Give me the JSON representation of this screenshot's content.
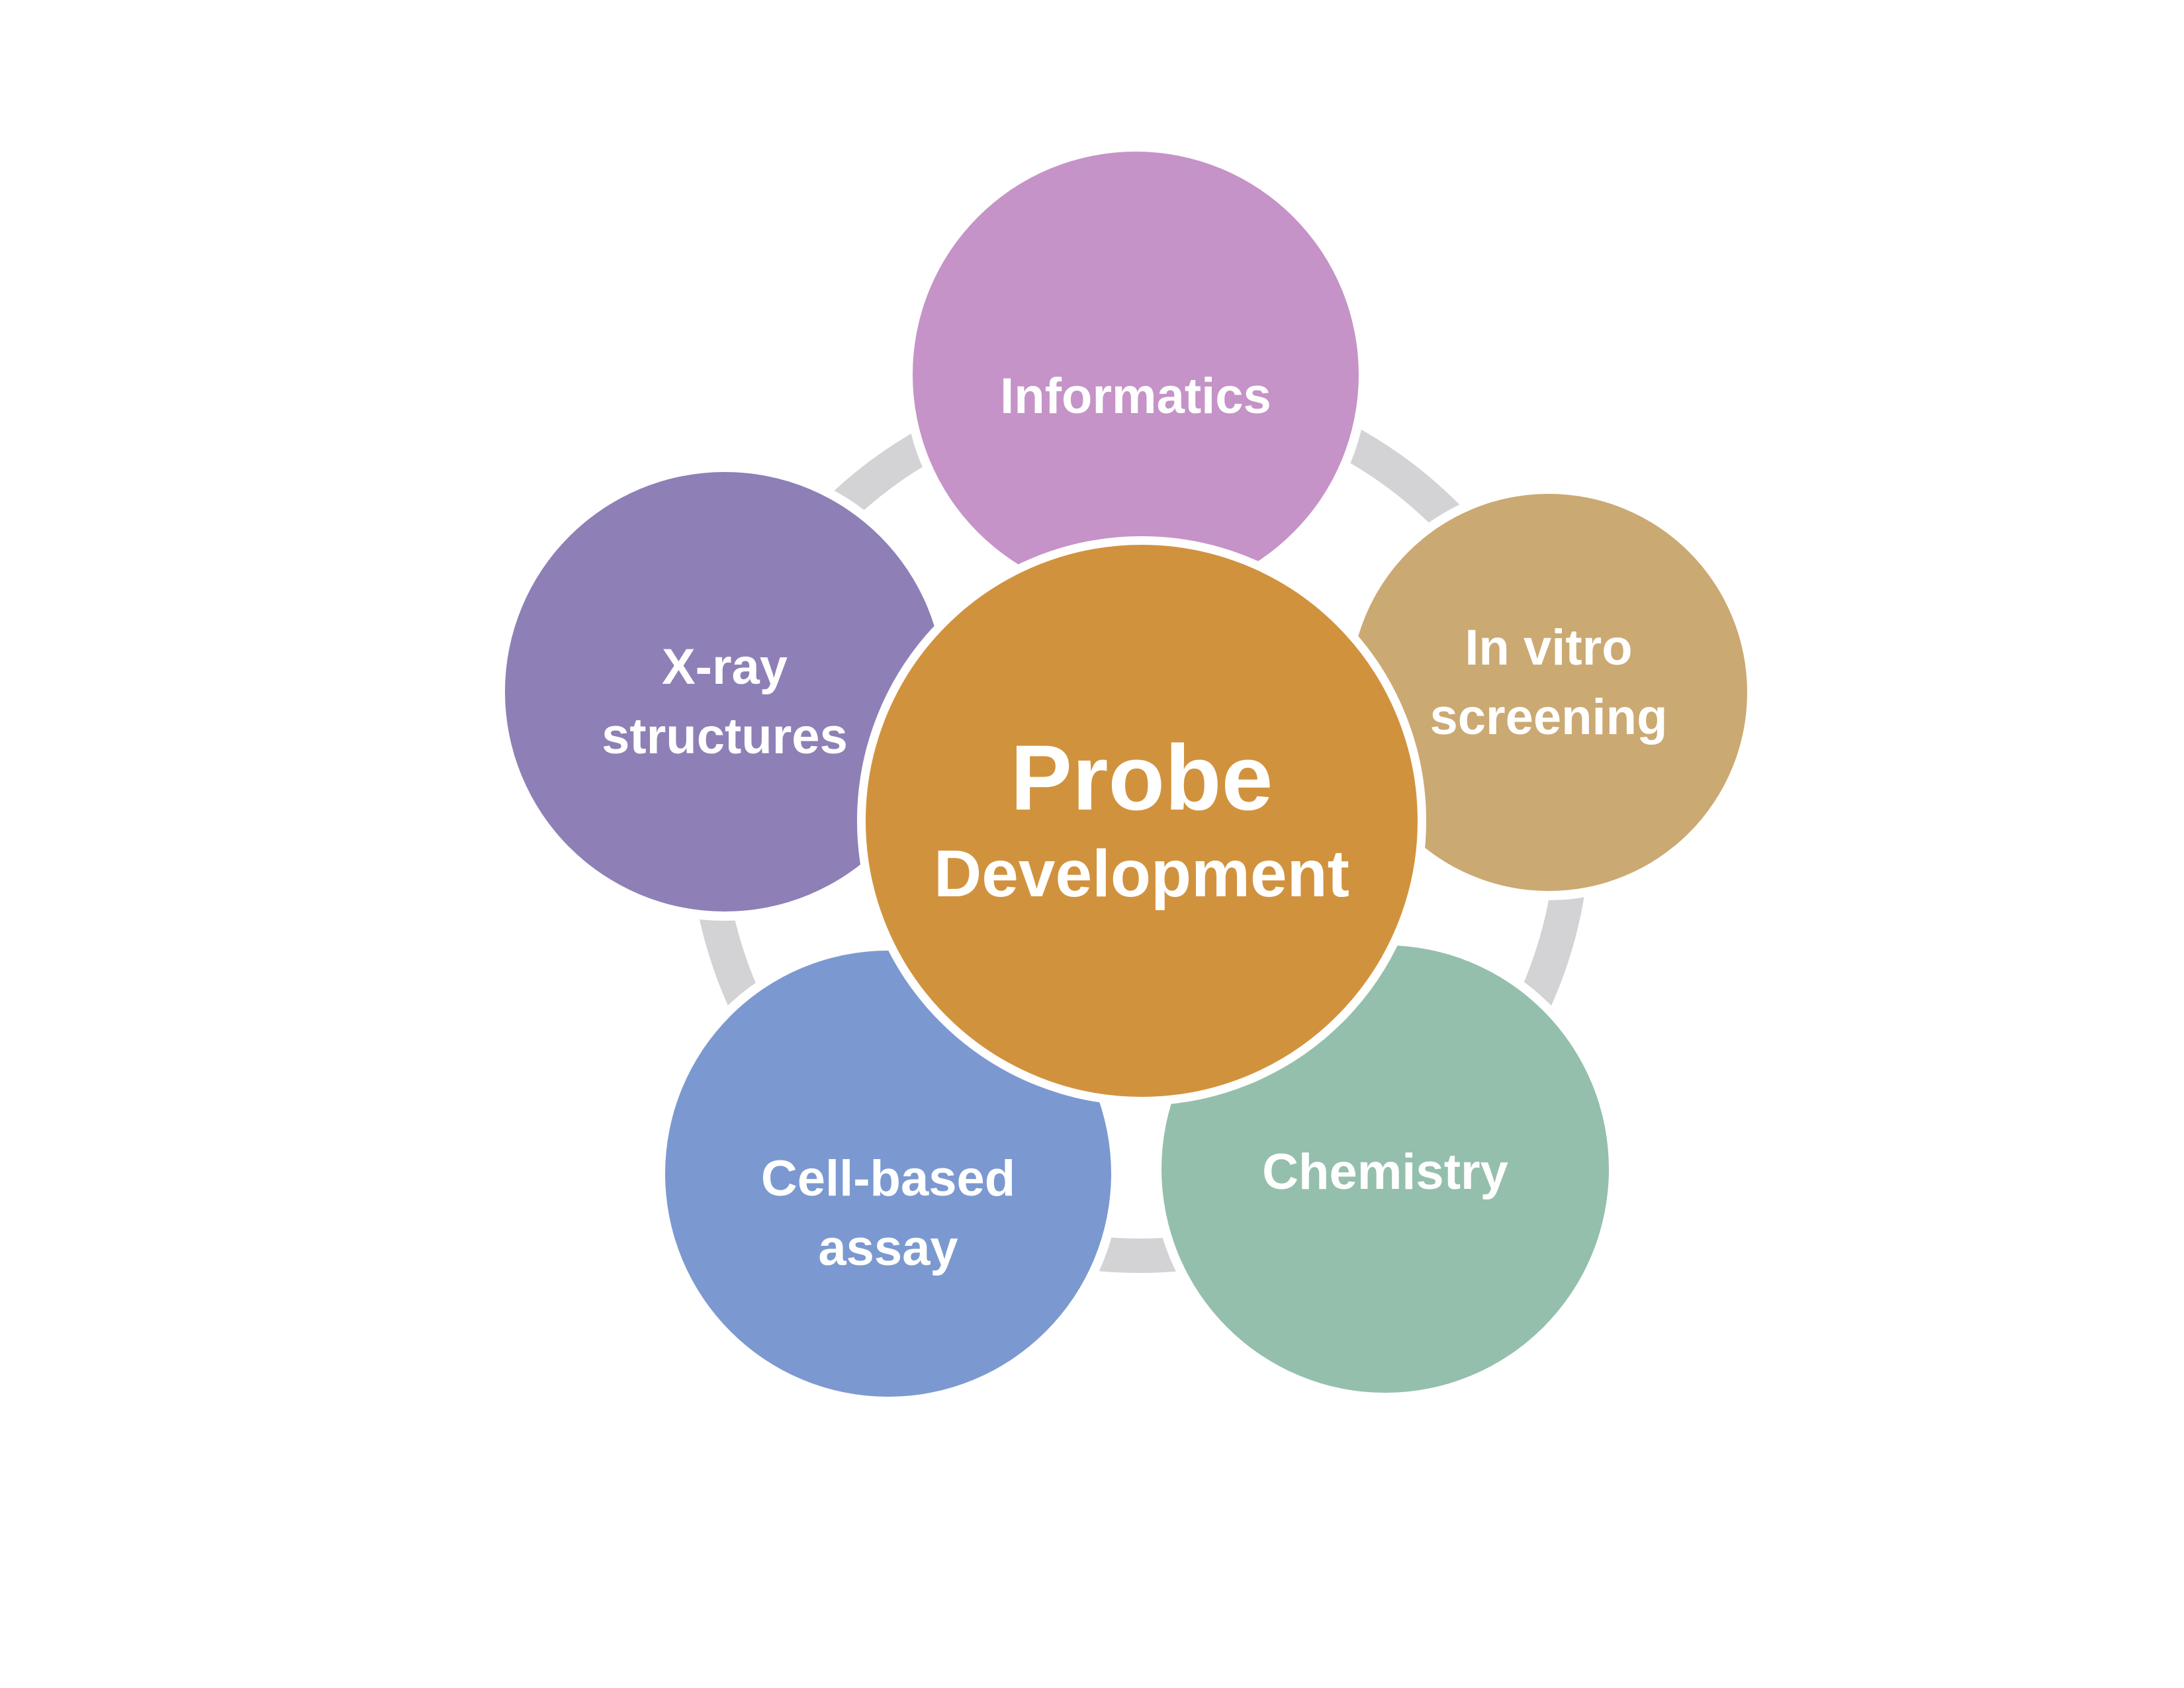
{
  "diagram": {
    "background_color": "#FFFFFF",
    "ring_color": "#D3D3D6",
    "label_text_color": "#FFFFFF",
    "hub": {
      "line1": "Probe",
      "line2": "Development",
      "color": "#D1923E"
    },
    "nodes": [
      {
        "id": "informatics",
        "lines": [
          "Informatics"
        ],
        "color": "#C593C7"
      },
      {
        "id": "x-ray-structures",
        "lines": [
          "X-ray",
          "structures"
        ],
        "color": "#8E80B6"
      },
      {
        "id": "in-vitro-screening",
        "lines": [
          "In vitro",
          "screening"
        ],
        "color": "#CBA973"
      },
      {
        "id": "cell-based-assay",
        "lines": [
          "Cell-based",
          "assay"
        ],
        "color": "#7B99D0"
      },
      {
        "id": "chemistry",
        "lines": [
          "Chemistry"
        ],
        "color": "#94BFAC"
      }
    ]
  }
}
